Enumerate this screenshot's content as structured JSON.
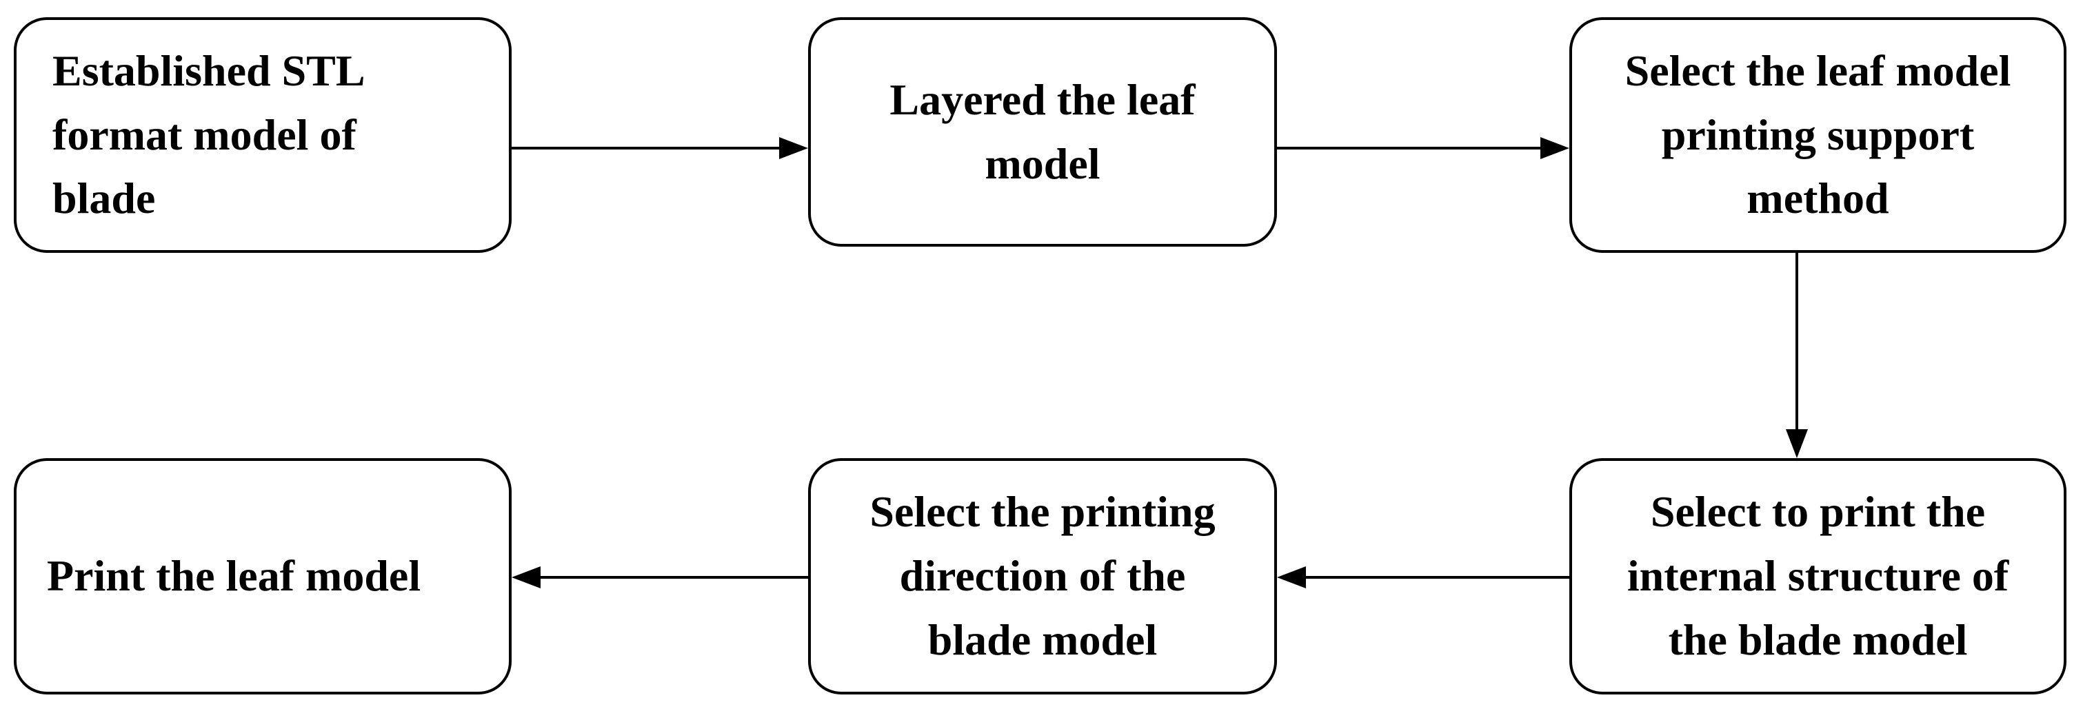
{
  "diagram": {
    "type": "flowchart",
    "background_color": "#ffffff",
    "stroke_color": "#000000",
    "text_color": "#000000",
    "nodes": [
      {
        "id": "established-stl-model",
        "label": "Established STL\nformat model of\nblade"
      },
      {
        "id": "layered-leaf-model",
        "label": "Layered the leaf\nmodel"
      },
      {
        "id": "select-support-method",
        "label": "Select the leaf model\nprinting support\nmethod"
      },
      {
        "id": "print-leaf-model",
        "label": "Print the leaf model"
      },
      {
        "id": "select-print-direction",
        "label": "Select the printing\ndirection of the\nblade model"
      },
      {
        "id": "select-internal-structure",
        "label": "Select to print the\ninternal structure of\nthe blade model"
      }
    ],
    "edges": [
      {
        "from": "established-stl-model",
        "to": "layered-leaf-model",
        "direction": "right"
      },
      {
        "from": "layered-leaf-model",
        "to": "select-support-method",
        "direction": "right"
      },
      {
        "from": "select-support-method",
        "to": "select-internal-structure",
        "direction": "down"
      },
      {
        "from": "select-internal-structure",
        "to": "select-print-direction",
        "direction": "left"
      },
      {
        "from": "select-print-direction",
        "to": "print-leaf-model",
        "direction": "left"
      }
    ]
  }
}
